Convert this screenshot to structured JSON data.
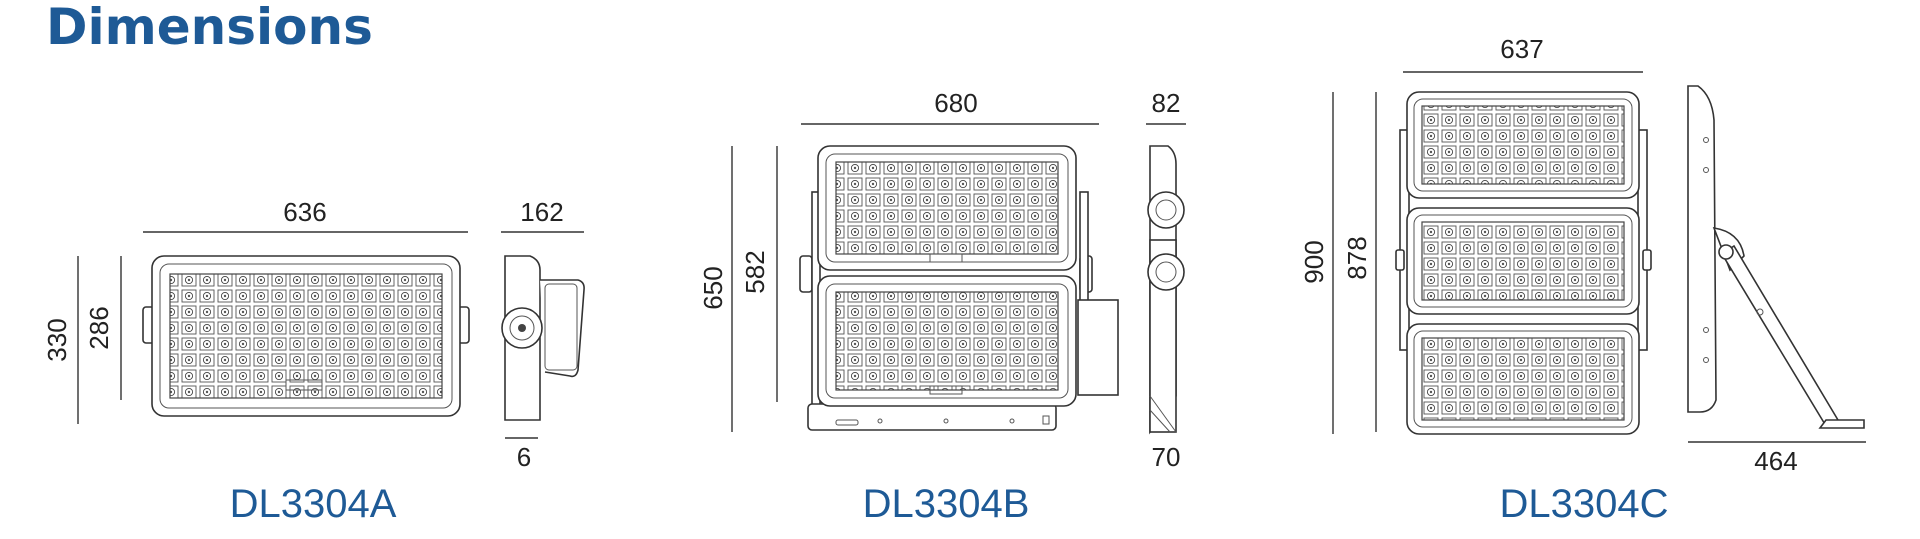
{
  "title": "Dimensions",
  "models": [
    {
      "name": "DL3304A",
      "front": {
        "width": "636",
        "height_total": "330",
        "height_inner": "286"
      },
      "side": {
        "depth": "162",
        "bottom": "6"
      }
    },
    {
      "name": "DL3304B",
      "front": {
        "width": "680",
        "height_total": "650",
        "height_inner": "582"
      },
      "side": {
        "depth": "82",
        "bottom": "70"
      }
    },
    {
      "name": "DL3304C",
      "front": {
        "width": "637",
        "height_total": "900",
        "height_inner": "878"
      },
      "side": {
        "depth": "464"
      }
    }
  ],
  "colors": {
    "accent": "#1e5a96",
    "line": "#333333"
  }
}
